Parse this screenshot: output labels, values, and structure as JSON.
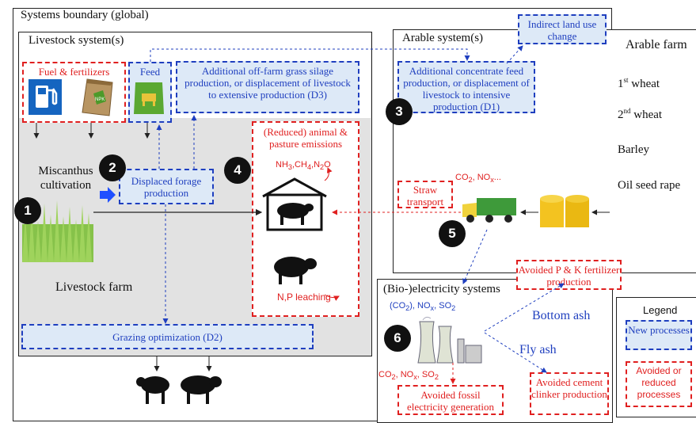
{
  "systems_boundary": "Systems boundary (global)",
  "livestock_system": "Livestock system(s)",
  "arable_system": "Arable system(s)",
  "indirect_land_use": "Indirect land use change",
  "fuel_fertilizers": "Fuel & fertilizers",
  "feed": "Feed",
  "offfarm_d3": "Additional off-farm grass silage production, or displacement of livestock to extensive production (D3)",
  "concentrate_d1": "Additional concentrate feed production, or displacement of livestock to intensive production (D1)",
  "miscanthus": "Miscanthus cultivation",
  "displaced_forage": "Displaced forage production",
  "reduced_emissions": "(Reduced) animal & pasture emissions",
  "emission_formula": "NH3,CH4,N2O",
  "np_leaching": "N,P leaching",
  "straw_transport": "Straw transport",
  "transport_emissions": "CO2, NOx...",
  "livestock_farm": "Livestock farm",
  "grazing_d2": "Grazing optimization (D2)",
  "bioelectricity": "(Bio-)electricity systems",
  "elec_emissions": "(CO2), NOx, SO2",
  "stack_emissions": "CO2, NOx, SO2",
  "bottom_ash": "Bottom ash",
  "fly_ash": "Fly ash",
  "avoided_pk": "Avoided P & K fertilizer production",
  "avoided_fossil": "Avoided fossil electricity generation",
  "avoided_cement": "Avoided cement clinker production",
  "arable_farm": {
    "title": "Arable farm",
    "crops": [
      "1st wheat",
      "2nd wheat",
      "Barley",
      "Oil seed rape"
    ]
  },
  "legend": {
    "title": "Legend",
    "new_processes": "New processes",
    "avoided": "Avoided or reduced processes"
  },
  "numbers": [
    "1",
    "2",
    "3",
    "4",
    "5",
    "6"
  ],
  "icons": [
    "fuel-pump-icon",
    "fertilizer-bag-icon",
    "feed-bag-icon",
    "grass-icon",
    "barn-icon",
    "sheep-icon",
    "truck-icon",
    "hay-bale-icon",
    "power-plant-icon",
    "cattle-icon"
  ],
  "colors": {
    "blue": "#1f3fbf",
    "red": "#e02020",
    "gray": "#e2e2e2"
  }
}
